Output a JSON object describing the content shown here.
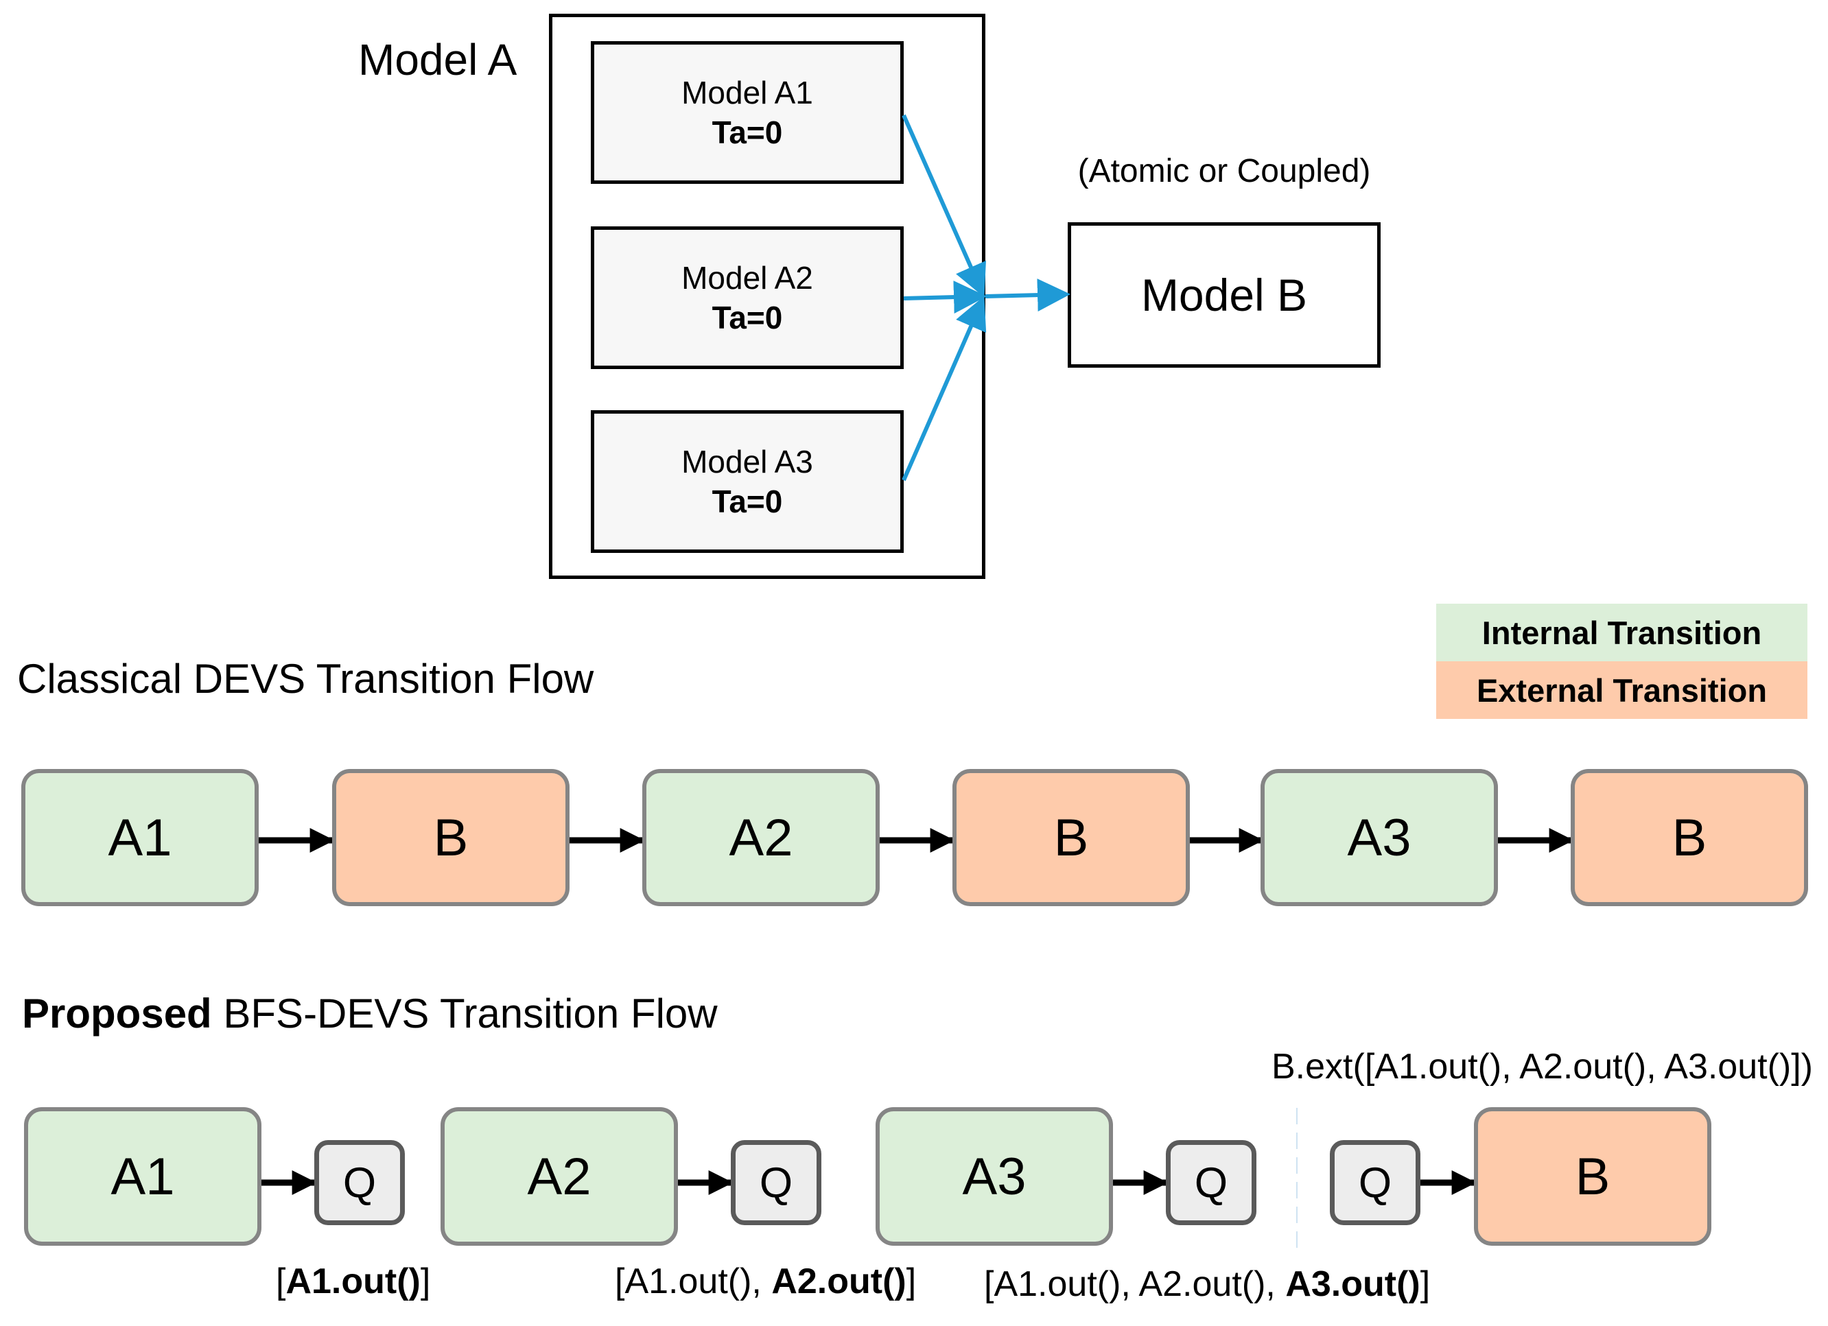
{
  "top": {
    "container_label": "Model A",
    "submodels": [
      {
        "name": "Model A1",
        "ta": "Ta=0"
      },
      {
        "name": "Model A2",
        "ta": "Ta=0"
      },
      {
        "name": "Model A3",
        "ta": "Ta=0"
      }
    ],
    "target_note": "(Atomic or Coupled)",
    "target_label": "Model B",
    "arrow_color": "#1f9ad6"
  },
  "legend": {
    "internal": {
      "label": "Internal Transition",
      "color": "#dcefd9"
    },
    "external": {
      "label": "External Transition",
      "color": "#fecbab"
    }
  },
  "classical": {
    "title": "Classical DEVS Transition Flow",
    "nodes": [
      {
        "label": "A1",
        "kind": "internal"
      },
      {
        "label": "B",
        "kind": "external"
      },
      {
        "label": "A2",
        "kind": "internal"
      },
      {
        "label": "B",
        "kind": "external"
      },
      {
        "label": "A3",
        "kind": "internal"
      },
      {
        "label": "B",
        "kind": "external"
      }
    ]
  },
  "proposed": {
    "title_bold": "Proposed",
    "title_rest": " BFS-DEVS Transition Flow",
    "ext_call": "B.ext([A1.out(), A2.out(), A3.out()])",
    "nodes": [
      {
        "label": "A1",
        "kind": "internal"
      },
      {
        "label": "A2",
        "kind": "internal"
      },
      {
        "label": "A3",
        "kind": "internal"
      },
      {
        "label": "B",
        "kind": "external"
      }
    ],
    "queue_label": "Q",
    "queues": [
      {
        "prefix": "[",
        "plain": "",
        "bold": "A1.out()",
        "suffix": "]"
      },
      {
        "prefix": "[",
        "plain": "A1.out(), ",
        "bold": "A2.out()",
        "suffix": "]"
      },
      {
        "prefix": "[",
        "plain": "A1.out(), A2.out(), ",
        "bold": "A3.out()",
        "suffix": "]"
      }
    ]
  }
}
